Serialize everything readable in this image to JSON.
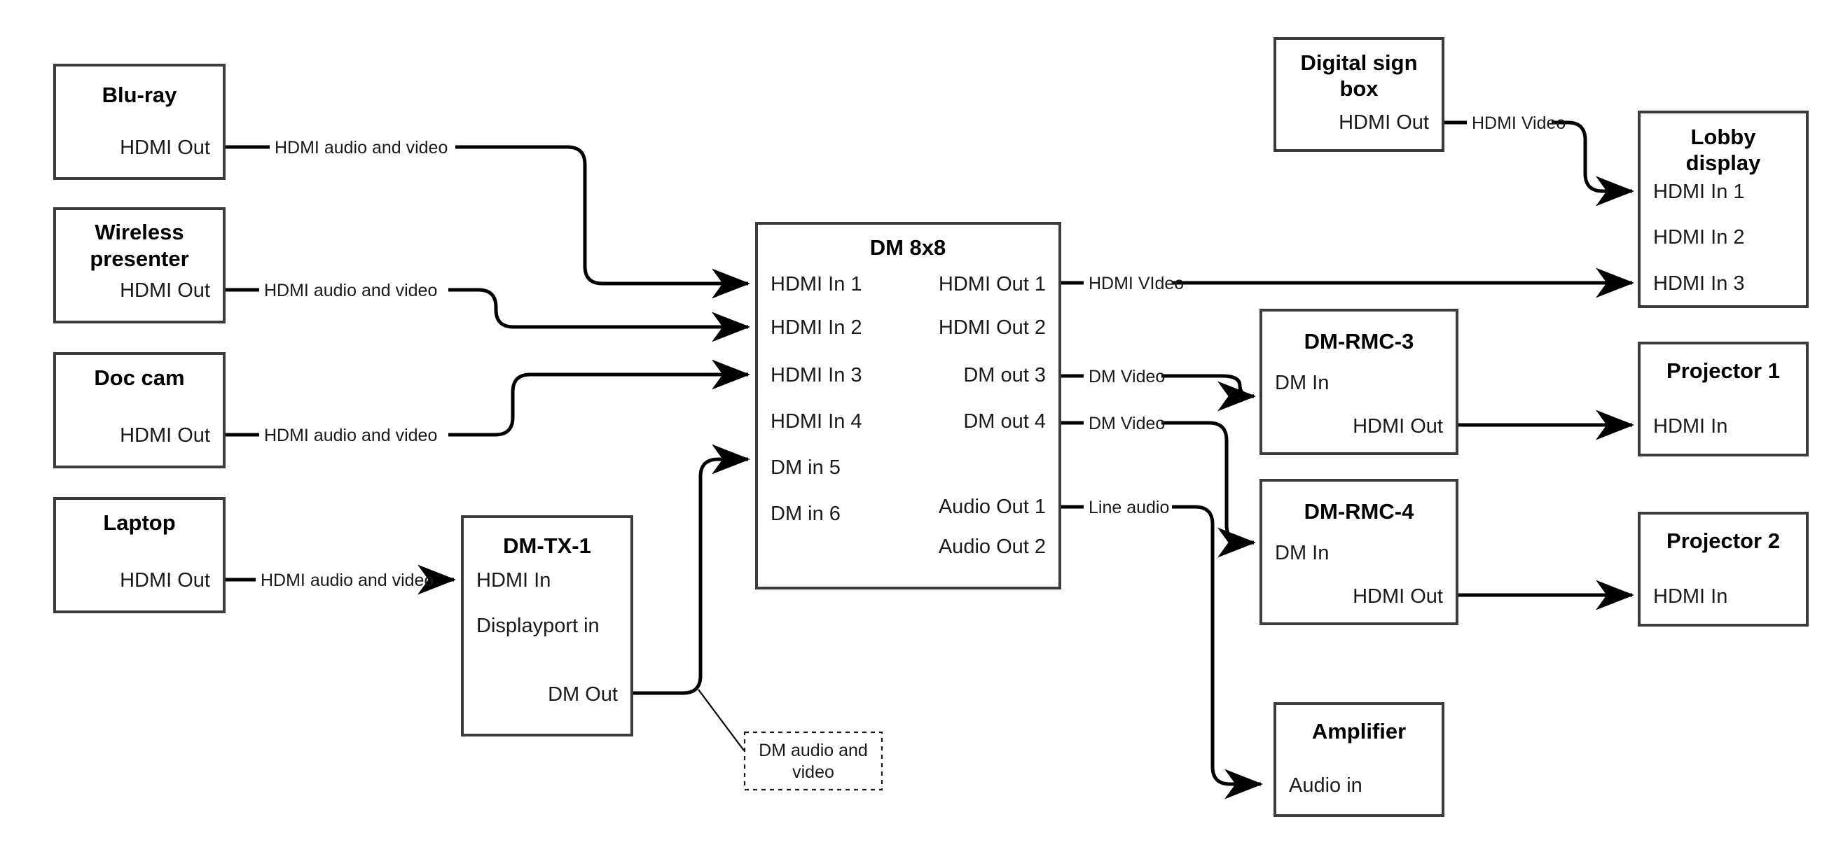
{
  "diagram": {
    "title": "AV signal routing diagram",
    "colors": {
      "box_stroke": "#3b3b3b",
      "wire": "#000000",
      "text": "#1a1a1a",
      "background": "#ffffff"
    },
    "nodes": [
      {
        "id": "blu-ray",
        "title": "Blu-ray",
        "ports": [
          {
            "label": "HDMI Out",
            "align": "right"
          }
        ]
      },
      {
        "id": "wireless-presenter",
        "title": "Wireless presenter",
        "title_lines": [
          "Wireless",
          "presenter"
        ],
        "ports": [
          {
            "label": "HDMI Out",
            "align": "right"
          }
        ]
      },
      {
        "id": "doc-cam",
        "title": "Doc cam",
        "ports": [
          {
            "label": "HDMI Out",
            "align": "right"
          }
        ]
      },
      {
        "id": "laptop",
        "title": "Laptop",
        "ports": [
          {
            "label": "HDMI Out",
            "align": "right"
          }
        ]
      },
      {
        "id": "dm-tx-1",
        "title": "DM-TX-1",
        "ports": [
          {
            "label": "HDMI In",
            "align": "left"
          },
          {
            "label": "Displayport in",
            "align": "left"
          },
          {
            "label": "DM Out",
            "align": "right"
          }
        ]
      },
      {
        "id": "dm-8x8",
        "title": "DM 8x8",
        "ports": [
          {
            "label": "HDMI In 1",
            "align": "left"
          },
          {
            "label": "HDMI In 2",
            "align": "left"
          },
          {
            "label": "HDMI In 3",
            "align": "left"
          },
          {
            "label": "HDMI In 4",
            "align": "left"
          },
          {
            "label": "DM in 5",
            "align": "left"
          },
          {
            "label": "DM in 6",
            "align": "left"
          },
          {
            "label": "HDMI Out 1",
            "align": "right"
          },
          {
            "label": "HDMI Out 2",
            "align": "right"
          },
          {
            "label": "DM out 3",
            "align": "right"
          },
          {
            "label": "DM out 4",
            "align": "right"
          },
          {
            "label": "Audio Out 1",
            "align": "right"
          },
          {
            "label": "Audio Out 2",
            "align": "right"
          }
        ]
      },
      {
        "id": "digital-sign-box",
        "title": "Digital sign box",
        "title_lines": [
          "Digital sign",
          "box"
        ],
        "ports": [
          {
            "label": "HDMI Out",
            "align": "right"
          }
        ]
      },
      {
        "id": "lobby-display",
        "title": "Lobby display",
        "title_lines": [
          "Lobby",
          "display"
        ],
        "ports": [
          {
            "label": "HDMI In 1",
            "align": "left"
          },
          {
            "label": "HDMI In 2",
            "align": "left"
          },
          {
            "label": "HDMI In 3",
            "align": "left"
          }
        ]
      },
      {
        "id": "dm-rmc-3",
        "title": "DM-RMC-3",
        "ports": [
          {
            "label": "DM In",
            "align": "left"
          },
          {
            "label": "HDMI Out",
            "align": "right"
          }
        ]
      },
      {
        "id": "dm-rmc-4",
        "title": "DM-RMC-4",
        "ports": [
          {
            "label": "DM In",
            "align": "left"
          },
          {
            "label": "HDMI Out",
            "align": "right"
          }
        ]
      },
      {
        "id": "projector-1",
        "title": "Projector 1",
        "ports": [
          {
            "label": "HDMI In",
            "align": "left"
          }
        ]
      },
      {
        "id": "projector-2",
        "title": "Projector 2",
        "ports": [
          {
            "label": "HDMI In",
            "align": "left"
          }
        ]
      },
      {
        "id": "amplifier",
        "title": "Amplifier",
        "ports": [
          {
            "label": "Audio in",
            "align": "left"
          }
        ]
      }
    ],
    "notes": [
      {
        "id": "dm-audio-video-note",
        "text": "DM audio and video",
        "lines": [
          "DM audio and",
          "video"
        ]
      }
    ],
    "edges": [
      {
        "id": "bluray-to-dm-in1",
        "from": "blu-ray.HDMI Out",
        "to": "dm-8x8.HDMI In 1",
        "label": "HDMI audio and video"
      },
      {
        "id": "wireless-to-dm-in2",
        "from": "wireless-presenter.HDMI Out",
        "to": "dm-8x8.HDMI In 2",
        "label": "HDMI audio and video"
      },
      {
        "id": "doccam-to-dm-in3",
        "from": "doc-cam.HDMI Out",
        "to": "dm-8x8.HDMI In 3",
        "label": "HDMI audio and video"
      },
      {
        "id": "laptop-to-dmtx",
        "from": "laptop.HDMI Out",
        "to": "dm-tx-1.HDMI In",
        "label": "HDMI audio and video"
      },
      {
        "id": "dmtx-to-dm-in5",
        "from": "dm-tx-1.DM Out",
        "to": "dm-8x8.DM in 5",
        "label": "DM audio and video"
      },
      {
        "id": "dm-out1-to-lobby-in3",
        "from": "dm-8x8.HDMI Out 1",
        "to": "lobby-display.HDMI In 3",
        "label": "HDMI VIdeo"
      },
      {
        "id": "dm-out3-to-rmc3",
        "from": "dm-8x8.DM out 3",
        "to": "dm-rmc-3.DM In",
        "label": "DM Video"
      },
      {
        "id": "dm-out4-to-rmc4",
        "from": "dm-8x8.DM out 4",
        "to": "dm-rmc-4.DM In",
        "label": "DM Video"
      },
      {
        "id": "dm-audioout1-to-amplifier",
        "from": "dm-8x8.Audio Out 1",
        "to": "amplifier.Audio in",
        "label": "Line audio"
      },
      {
        "id": "signbox-to-lobby-in1",
        "from": "digital-sign-box.HDMI Out",
        "to": "lobby-display.HDMI In 1",
        "label": "HDMI Video"
      },
      {
        "id": "rmc3-to-projector1",
        "from": "dm-rmc-3.HDMI Out",
        "to": "projector-1.HDMI In",
        "label": ""
      },
      {
        "id": "rmc4-to-projector2",
        "from": "dm-rmc-4.HDMI Out",
        "to": "projector-2.HDMI In",
        "label": ""
      }
    ]
  }
}
